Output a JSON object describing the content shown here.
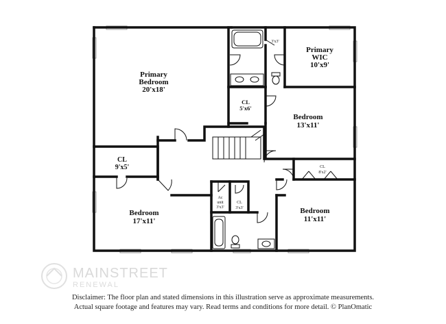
{
  "rooms": {
    "primary_bedroom": {
      "name_1": "Primary",
      "name_2": "Bedroom",
      "dims": "20'x18'"
    },
    "primary_wic": {
      "name_1": "Primary",
      "name_2": "WIC",
      "dims": "10'x9'"
    },
    "closet_3x3_top": {
      "dims": "3'x3'"
    },
    "closet_cl_5x6": {
      "name": "CL",
      "dims": "5'x6'"
    },
    "bedroom_13x11": {
      "name": "Bedroom",
      "dims": "13'x11'"
    },
    "closet_cl_9x5": {
      "name": "CL",
      "dims": "9'x5'"
    },
    "closet_cl_8x2": {
      "name": "CL",
      "dims": "8'x2'"
    },
    "ac_unit": {
      "name_1": "Ac",
      "name_2": "unit",
      "dims": "3'x3'"
    },
    "closet_cl_3x3": {
      "name": "CL",
      "dims": "3'x3'"
    },
    "bedroom_17x11": {
      "name": "Bedroom",
      "dims": "17'x11'"
    },
    "bedroom_11x11": {
      "name": "Bedroom",
      "dims": "11'x11'"
    }
  },
  "watermark": {
    "brand": "MAINSTREET",
    "sub": "RENEWAL"
  },
  "disclaimer": {
    "line_1": "Disclaimer: The floor plan and stated dimensions in this illustration serve as approximate measurements.",
    "line_2": "Actual square footage and features may vary. Read terms and conditions for more detail. © PlanOmatic"
  },
  "colors": {
    "wall": "#111111",
    "watermark": "#d9d9d9",
    "background": "#ffffff"
  }
}
